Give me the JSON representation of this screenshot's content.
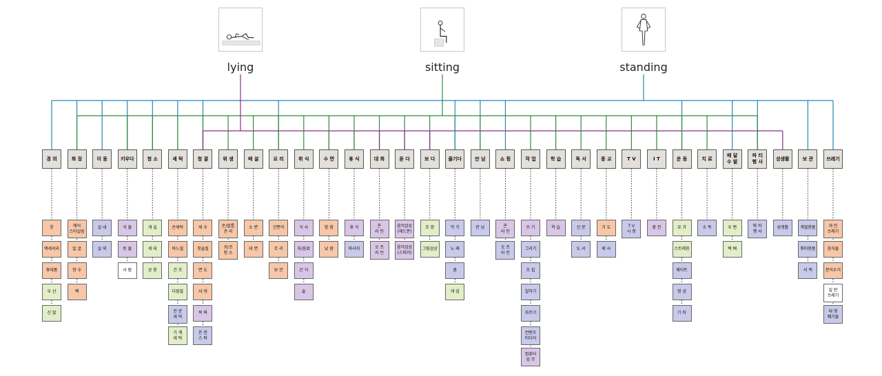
{
  "postures": [
    {
      "id": "lying",
      "label": "lying",
      "color": "#8b2a86",
      "icon": "lying-figure-icon"
    },
    {
      "id": "sitting",
      "label": "sitting",
      "color": "#2f8a3a",
      "icon": "sitting-figure-icon"
    },
    {
      "id": "standing",
      "label": "standing",
      "color": "#2a84b4",
      "icon": "standing-figure-icon"
    }
  ],
  "categories": [
    {
      "label": "경 의",
      "postures": [
        "standing"
      ],
      "items": [
        {
          "t": "옷",
          "c": "s"
        },
        {
          "t": "액세서리",
          "c": "s"
        },
        {
          "t": "휴대폼",
          "c": "s"
        },
        {
          "t": "우 산",
          "c": "g"
        },
        {
          "t": "신 발",
          "c": "g"
        }
      ]
    },
    {
      "label": "화 장",
      "postures": [
        "standing",
        "sitting"
      ],
      "items": [
        {
          "t": "헤어\n스타일링",
          "c": "s"
        },
        {
          "t": "얼 굴",
          "c": "s"
        },
        {
          "t": "향 수",
          "c": "s"
        },
        {
          "t": "팩",
          "c": "s"
        }
      ]
    },
    {
      "label": "이 동",
      "postures": [
        "standing"
      ],
      "items": [
        {
          "t": "실 내",
          "c": "v"
        },
        {
          "t": "실 외",
          "c": "v"
        }
      ]
    },
    {
      "label": "키우다",
      "postures": [
        "standing",
        "sitting"
      ],
      "items": [
        {
          "t": "식 물",
          "c": "p"
        },
        {
          "t": "동 물",
          "c": "p"
        },
        {
          "t": "사 람",
          "c": "w"
        }
      ]
    },
    {
      "label": "청 소",
      "postures": [
        "standing",
        "sitting"
      ],
      "items": [
        {
          "t": "개 실",
          "c": "g"
        },
        {
          "t": "세 대",
          "c": "g"
        },
        {
          "t": "공 용",
          "c": "g"
        }
      ]
    },
    {
      "label": "세 탁",
      "postures": [
        "standing",
        "sitting"
      ],
      "items": [
        {
          "t": "손세탁",
          "c": "s"
        },
        {
          "t": "바느질",
          "c": "s"
        },
        {
          "t": "건 조",
          "c": "g"
        },
        {
          "t": "다림질",
          "c": "g"
        },
        {
          "t": "전 문\n세 탁",
          "c": "v"
        },
        {
          "t": "기 계\n세 탁",
          "c": "g"
        }
      ]
    },
    {
      "label": "청 결",
      "postures": [
        "standing",
        "sitting",
        "lying"
      ],
      "items": [
        {
          "t": "세 수",
          "c": "s"
        },
        {
          "t": "칫솔질",
          "c": "s"
        },
        {
          "t": "면 도",
          "c": "s"
        },
        {
          "t": "샤 워",
          "c": "s"
        },
        {
          "t": "목 욕",
          "c": "p"
        },
        {
          "t": "온 천\n스 파",
          "c": "v"
        }
      ]
    },
    {
      "label": "위 생",
      "postures": [
        "sitting"
      ],
      "items": [
        {
          "t": "손/발톱\n관 리",
          "c": "s"
        },
        {
          "t": "귀/코\n청 소",
          "c": "s"
        }
      ]
    },
    {
      "label": "배 설",
      "postures": [
        "sitting"
      ],
      "items": [
        {
          "t": "소 변",
          "c": "s"
        },
        {
          "t": "대 변",
          "c": "s"
        }
      ]
    },
    {
      "label": "요 리",
      "postures": [
        "standing",
        "sitting"
      ],
      "items": [
        {
          "t": "간편식",
          "c": "s"
        },
        {
          "t": "조 리",
          "c": "s"
        },
        {
          "t": "보 관",
          "c": "s"
        }
      ]
    },
    {
      "label": "취 식",
      "postures": [
        "sitting"
      ],
      "items": [
        {
          "t": "식 사",
          "c": "p"
        },
        {
          "t": "차/음료",
          "c": "p"
        },
        {
          "t": "간 식",
          "c": "p"
        },
        {
          "t": "술",
          "c": "p"
        }
      ]
    },
    {
      "label": "수 면",
      "postures": [
        "lying",
        "sitting"
      ],
      "items": [
        {
          "t": "밤 잠",
          "c": "s"
        },
        {
          "t": "낮 잠",
          "c": "s"
        }
      ]
    },
    {
      "label": "휴 식",
      "postures": [
        "lying",
        "sitting"
      ],
      "items": [
        {
          "t": "휴 식",
          "c": "p"
        },
        {
          "t": "마사지",
          "c": "v"
        }
      ]
    },
    {
      "label": "대 화",
      "postures": [
        "sitting",
        "lying"
      ],
      "items": [
        {
          "t": "온\n라 인",
          "c": "p"
        },
        {
          "t": "오 프\n라 인",
          "c": "p"
        }
      ]
    },
    {
      "label": "듣 다",
      "postures": [
        "sitting",
        "lying"
      ],
      "items": [
        {
          "t": "음악감상\n(헤드폰)",
          "c": "p"
        },
        {
          "t": "음악감상\n(스피커)",
          "c": "p"
        }
      ]
    },
    {
      "label": "보 다",
      "postures": [
        "sitting",
        "lying"
      ],
      "items": [
        {
          "t": "조 망",
          "c": "g"
        },
        {
          "t": "그림감상",
          "c": "g"
        }
      ]
    },
    {
      "label": "즐기다",
      "postures": [
        "sitting",
        "standing"
      ],
      "items": [
        {
          "t": "악 기",
          "c": "v"
        },
        {
          "t": "노 래",
          "c": "v"
        },
        {
          "t": "춤",
          "c": "v"
        },
        {
          "t": "게 임",
          "c": "g"
        }
      ]
    },
    {
      "label": "만 남",
      "postures": [
        "standing",
        "sitting"
      ],
      "items": [
        {
          "t": "만 남",
          "c": "v"
        }
      ]
    },
    {
      "label": "쇼 핑",
      "postures": [
        "standing"
      ],
      "items": [
        {
          "t": "온\n라 인",
          "c": "p"
        },
        {
          "t": "오 프\n라 인",
          "c": "v"
        }
      ]
    },
    {
      "label": "작 업",
      "postures": [
        "sitting"
      ],
      "items": [
        {
          "t": "쓰 기",
          "c": "p"
        },
        {
          "t": "그리기",
          "c": "v"
        },
        {
          "t": "조 립",
          "c": "v"
        },
        {
          "t": "칠하기",
          "c": "v"
        },
        {
          "t": "자르기",
          "c": "v"
        },
        {
          "t": "컨텐츠\n미디어",
          "c": "v"
        },
        {
          "t": "컴퓨터\n업 무",
          "c": "p"
        }
      ]
    },
    {
      "label": "학 습",
      "postures": [
        "sitting"
      ],
      "items": [
        {
          "t": "학 습",
          "c": "p"
        }
      ]
    },
    {
      "label": "독 서",
      "postures": [
        "sitting"
      ],
      "items": [
        {
          "t": "신 문",
          "c": "v"
        },
        {
          "t": "도 서",
          "c": "v"
        }
      ]
    },
    {
      "label": "종 교",
      "postures": [
        "sitting"
      ],
      "items": [
        {
          "t": "기 도",
          "c": "s"
        },
        {
          "t": "제 사",
          "c": "v"
        }
      ]
    },
    {
      "label": "T V",
      "postures": [
        "sitting"
      ],
      "items": [
        {
          "t": "T V\n시 청",
          "c": "v"
        }
      ]
    },
    {
      "label": "I T",
      "postures": [
        "sitting"
      ],
      "items": [
        {
          "t": "충 전",
          "c": "p"
        }
      ]
    },
    {
      "label": "운 동",
      "postures": [
        "standing",
        "sitting"
      ],
      "items": [
        {
          "t": "요 가",
          "c": "g"
        },
        {
          "t": "스트레칭",
          "c": "g"
        },
        {
          "t": "웨이트",
          "c": "v"
        },
        {
          "t": "명 상",
          "c": "v"
        },
        {
          "t": "기 타",
          "c": "v"
        }
      ]
    },
    {
      "label": "치 료",
      "postures": [
        "sitting"
      ],
      "items": [
        {
          "t": "소 독",
          "c": "v"
        }
      ]
    },
    {
      "label": "배 달\n수 발",
      "postures": [
        "standing"
      ],
      "items": [
        {
          "t": "우 편",
          "c": "g"
        },
        {
          "t": "택 배",
          "c": "g"
        }
      ]
    },
    {
      "label": "파 티\n행 사",
      "postures": [
        "standing",
        "sitting"
      ],
      "items": [
        {
          "t": "파 티\n행 사",
          "c": "v"
        }
      ]
    },
    {
      "label": "성생활",
      "postures": [
        "lying"
      ],
      "items": [
        {
          "t": "성생활",
          "c": "v"
        }
      ]
    },
    {
      "label": "보 관",
      "postures": [
        "standing"
      ],
      "items": [
        {
          "t": "계절용품",
          "c": "v"
        },
        {
          "t": "취미용품",
          "c": "v"
        },
        {
          "t": "서 적",
          "c": "v"
        }
      ]
    },
    {
      "label": "쓰레기",
      "postures": [
        "standing"
      ],
      "items": [
        {
          "t": "개 인\n쓰레기",
          "c": "s"
        },
        {
          "t": "음식물",
          "c": "s"
        },
        {
          "t": "분리수거",
          "c": "s"
        },
        {
          "t": "일 반\n쓰레기",
          "c": "w"
        },
        {
          "t": "대 형\n폐기물",
          "c": "v"
        }
      ]
    }
  ]
}
